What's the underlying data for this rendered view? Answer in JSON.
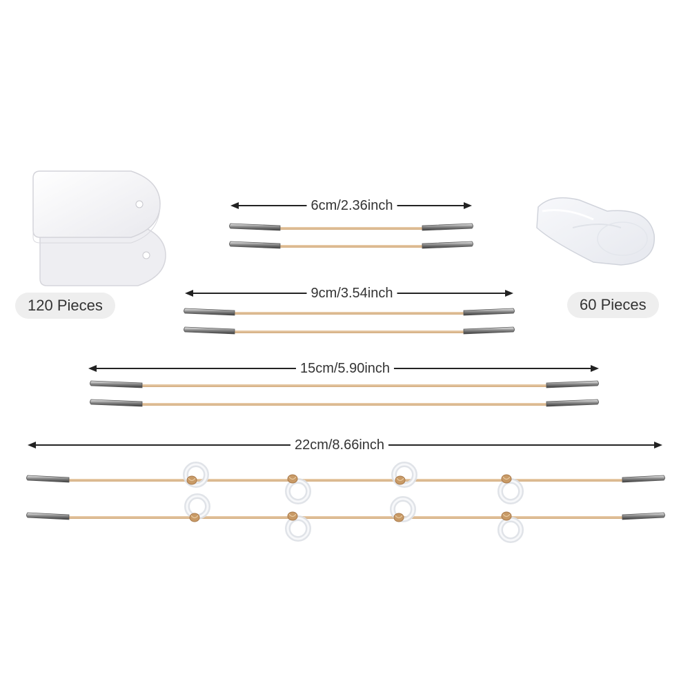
{
  "badges": {
    "tags_count": "120 Pieces",
    "stickers_count": "60 Pieces"
  },
  "measurements": [
    {
      "text": "6cm/2.36inch"
    },
    {
      "text": "9cm/3.54inch"
    },
    {
      "text": "15cm/5.90inch"
    },
    {
      "text": "22cm/8.66inch"
    }
  ],
  "colors": {
    "cord": "#d8b48a",
    "metal": "#9a9a9a",
    "arrow": "#222222",
    "badge": "#eeeeee",
    "text": "#333333"
  }
}
